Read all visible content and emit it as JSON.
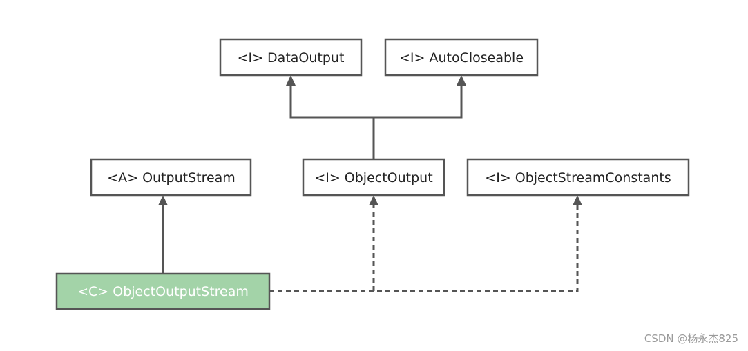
{
  "colors": {
    "node_border": "#555555",
    "node_fill": "#ffffff",
    "highlight_fill": "#a3d3a8",
    "edge": "#555555"
  },
  "nodes": {
    "data_output": "<I> DataOutput",
    "auto_closeable": "<I> AutoCloseable",
    "output_stream": "<A> OutputStream",
    "object_output": "<I> ObjectOutput",
    "object_stream_constants": "<I> ObjectStreamConstants",
    "object_output_stream": "<C> ObjectOutputStream"
  },
  "watermark": "CSDN @杨永杰825"
}
